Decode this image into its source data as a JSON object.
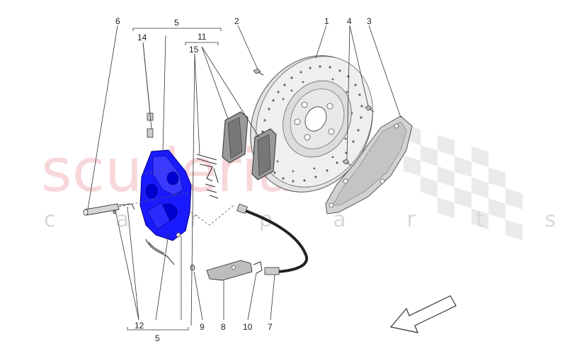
{
  "watermark": {
    "brand": "scuderia",
    "sub": "c a r p a r t s"
  },
  "callouts": [
    {
      "id": "c1",
      "text": "1"
    },
    {
      "id": "c2",
      "text": "2"
    },
    {
      "id": "c3",
      "text": "3"
    },
    {
      "id": "c4",
      "text": "4"
    },
    {
      "id": "c5top",
      "text": "5"
    },
    {
      "id": "c6",
      "text": "6"
    },
    {
      "id": "c11",
      "text": "11"
    },
    {
      "id": "c14",
      "text": "14"
    },
    {
      "id": "c15",
      "text": "15"
    },
    {
      "id": "c12",
      "text": "12"
    },
    {
      "id": "c9",
      "text": "9"
    },
    {
      "id": "c8",
      "text": "8"
    },
    {
      "id": "c10",
      "text": "10"
    },
    {
      "id": "c7",
      "text": "7"
    },
    {
      "id": "c5bot",
      "text": "5"
    }
  ],
  "colors": {
    "caliper": "#1a1aff",
    "disc": "#dcdcdc",
    "shield": "#cfcfcf",
    "watermark": "#f2b8bd",
    "checker": "#e6e6e6"
  },
  "icons": {
    "direction_arrow": "arrow-down-left-icon"
  }
}
